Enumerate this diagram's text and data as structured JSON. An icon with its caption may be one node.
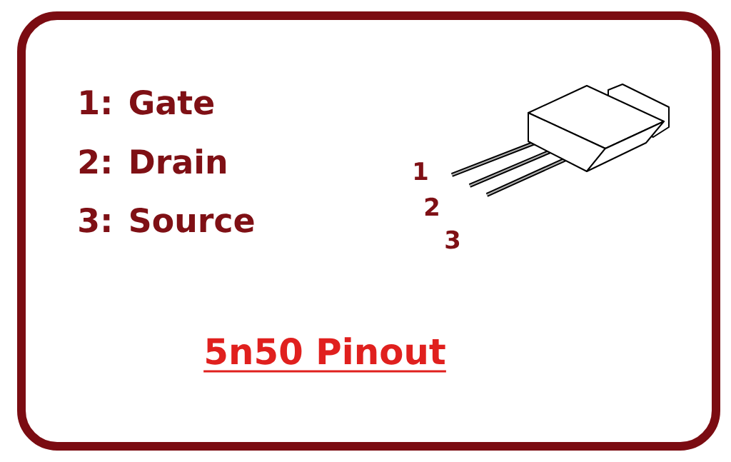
{
  "diagram": {
    "title": "5n50 Pinout",
    "labels": [
      "1: Gate",
      "2: Drain",
      "3: Source",
      "1",
      "2",
      "3"
    ]
  }
}
